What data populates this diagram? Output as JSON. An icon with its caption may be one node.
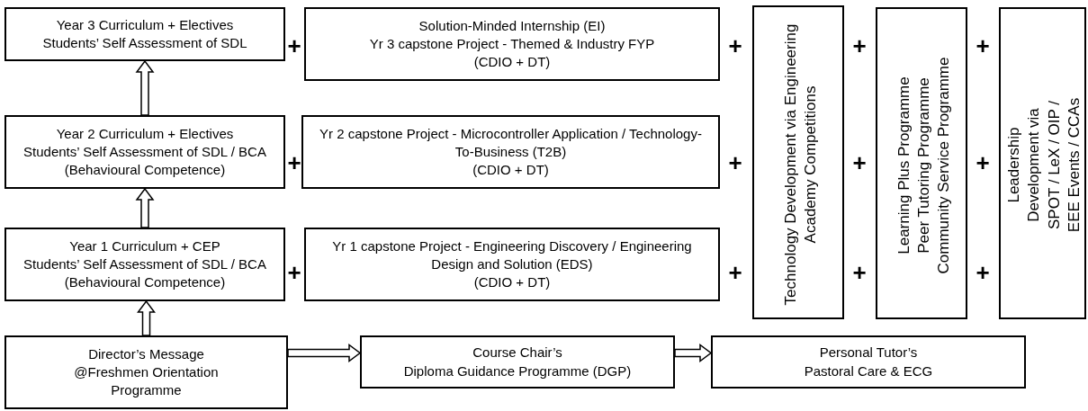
{
  "diagram": {
    "nodes": [
      {
        "text": [
          "Year 3 Curriculum + Electives",
          "Students’ Self Assessment of SDL"
        ]
      },
      {
        "text": [
          "Solution-Minded Internship (EI)",
          "Yr 3 capstone Project - Themed & Industry FYP",
          "(CDIO + DT)"
        ]
      },
      {
        "text": [
          "Year 2 Curriculum + Electives",
          "Students’ Self Assessment of SDL / BCA (Behavioural Competence)"
        ]
      },
      {
        "text": [
          "Yr 2 capstone Project - Microcontroller Application / Technology-To-Business (T2B)",
          "(CDIO + DT)"
        ]
      },
      {
        "text": [
          "Year 1 Curriculum + CEP",
          "Students’ Self Assessment of SDL / BCA (Behavioural Competence)"
        ]
      },
      {
        "text": [
          "Yr 1 capstone Project - Engineering Discovery / Engineering Design and Solution (EDS)",
          "(CDIO + DT)"
        ]
      },
      {
        "text": [
          "Technology Development via Engineering Academy Competitions"
        ]
      },
      {
        "text": [
          "Learning Plus Programme",
          "Peer Tutoring Programme",
          "Community Service Programme"
        ]
      },
      {
        "text": [
          "Leadership  Development via SPOT / LeX / OIP / EEE Events / CCAs"
        ]
      },
      {
        "text": [
          "Director’s Message @Freshmen Orientation Programme"
        ]
      },
      {
        "text": [
          "Course Chair’s",
          "Diploma Guidance Programme (DGP)"
        ]
      },
      {
        "text": [
          "Personal Tutor’s",
          "Pastoral  Care & ECG"
        ]
      }
    ],
    "edges": [
      {
        "from": 4,
        "to": 2,
        "arrow": "to"
      },
      {
        "from": 2,
        "to": 0,
        "arrow": "to"
      },
      {
        "from": 9,
        "to": 4,
        "arrow": "to"
      },
      {
        "from": 9,
        "to": 10,
        "arrow": "to"
      },
      {
        "from": 10,
        "to": 11,
        "arrow": "to"
      }
    ],
    "labels": [
      "+",
      "+",
      "+",
      "+",
      "+",
      "+",
      "+",
      "+",
      "+",
      "+",
      "+",
      "+"
    ]
  }
}
